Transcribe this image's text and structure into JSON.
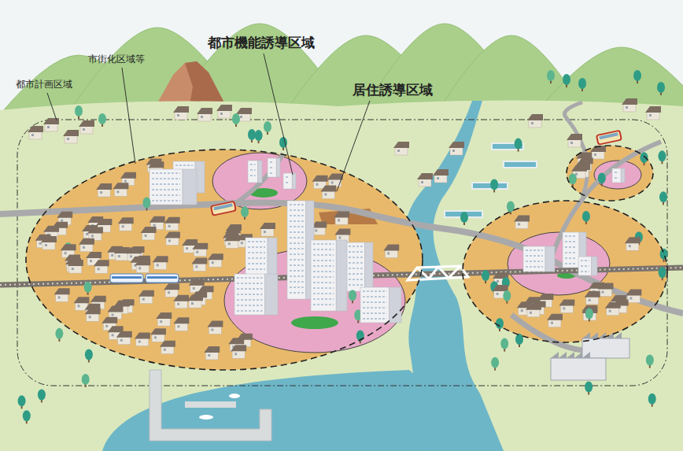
{
  "diagram": {
    "labels": [
      "都市計画区域",
      "市街化区域等",
      "都市機能誘導区域",
      "居住誘導区域"
    ]
  }
}
